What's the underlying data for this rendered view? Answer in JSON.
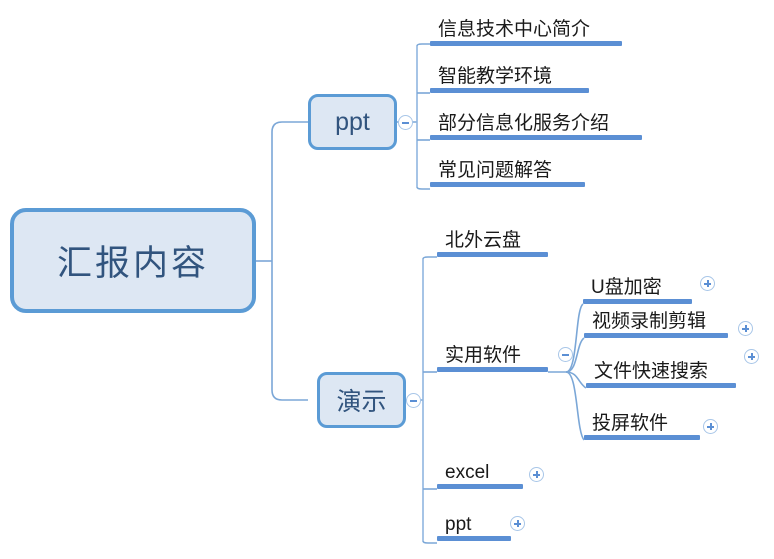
{
  "diagram": {
    "type": "mind-map",
    "title": "汇报内容",
    "colors": {
      "node_border": "#5b9bd5",
      "node_fill": "#dde7f3",
      "node_text": "#31547e",
      "topic_bar": "#5b8fd4",
      "link": "#7ba7d7",
      "topic_text": "#1a1a1a",
      "toggle_border": "#a8c6e8"
    },
    "root": {
      "label": "汇报内容"
    },
    "branches": [
      {
        "label": "ppt",
        "toggle": "minus",
        "toggle_name": "collapse-icon",
        "children": [
          {
            "label": "信息技术中心简介",
            "toggle": null
          },
          {
            "label": "智能教学环境",
            "toggle": null
          },
          {
            "label": "部分信息化服务介绍",
            "toggle": null
          },
          {
            "label": "常见问题解答",
            "toggle": null
          }
        ]
      },
      {
        "label": "演示",
        "toggle": "minus",
        "toggle_name": "collapse-icon",
        "children": [
          {
            "label": "北外云盘",
            "toggle": null
          },
          {
            "label": "实用软件",
            "toggle": "minus",
            "children": [
              {
                "label": "U盘加密",
                "toggle": "plus"
              },
              {
                "label": "视频录制剪辑",
                "toggle": "plus"
              },
              {
                "label": "文件快速搜索",
                "toggle": "plus"
              },
              {
                "label": "投屏软件",
                "toggle": "plus"
              }
            ]
          },
          {
            "label": "excel",
            "toggle": "plus"
          },
          {
            "label": "ppt",
            "toggle": "plus"
          }
        ]
      }
    ]
  }
}
